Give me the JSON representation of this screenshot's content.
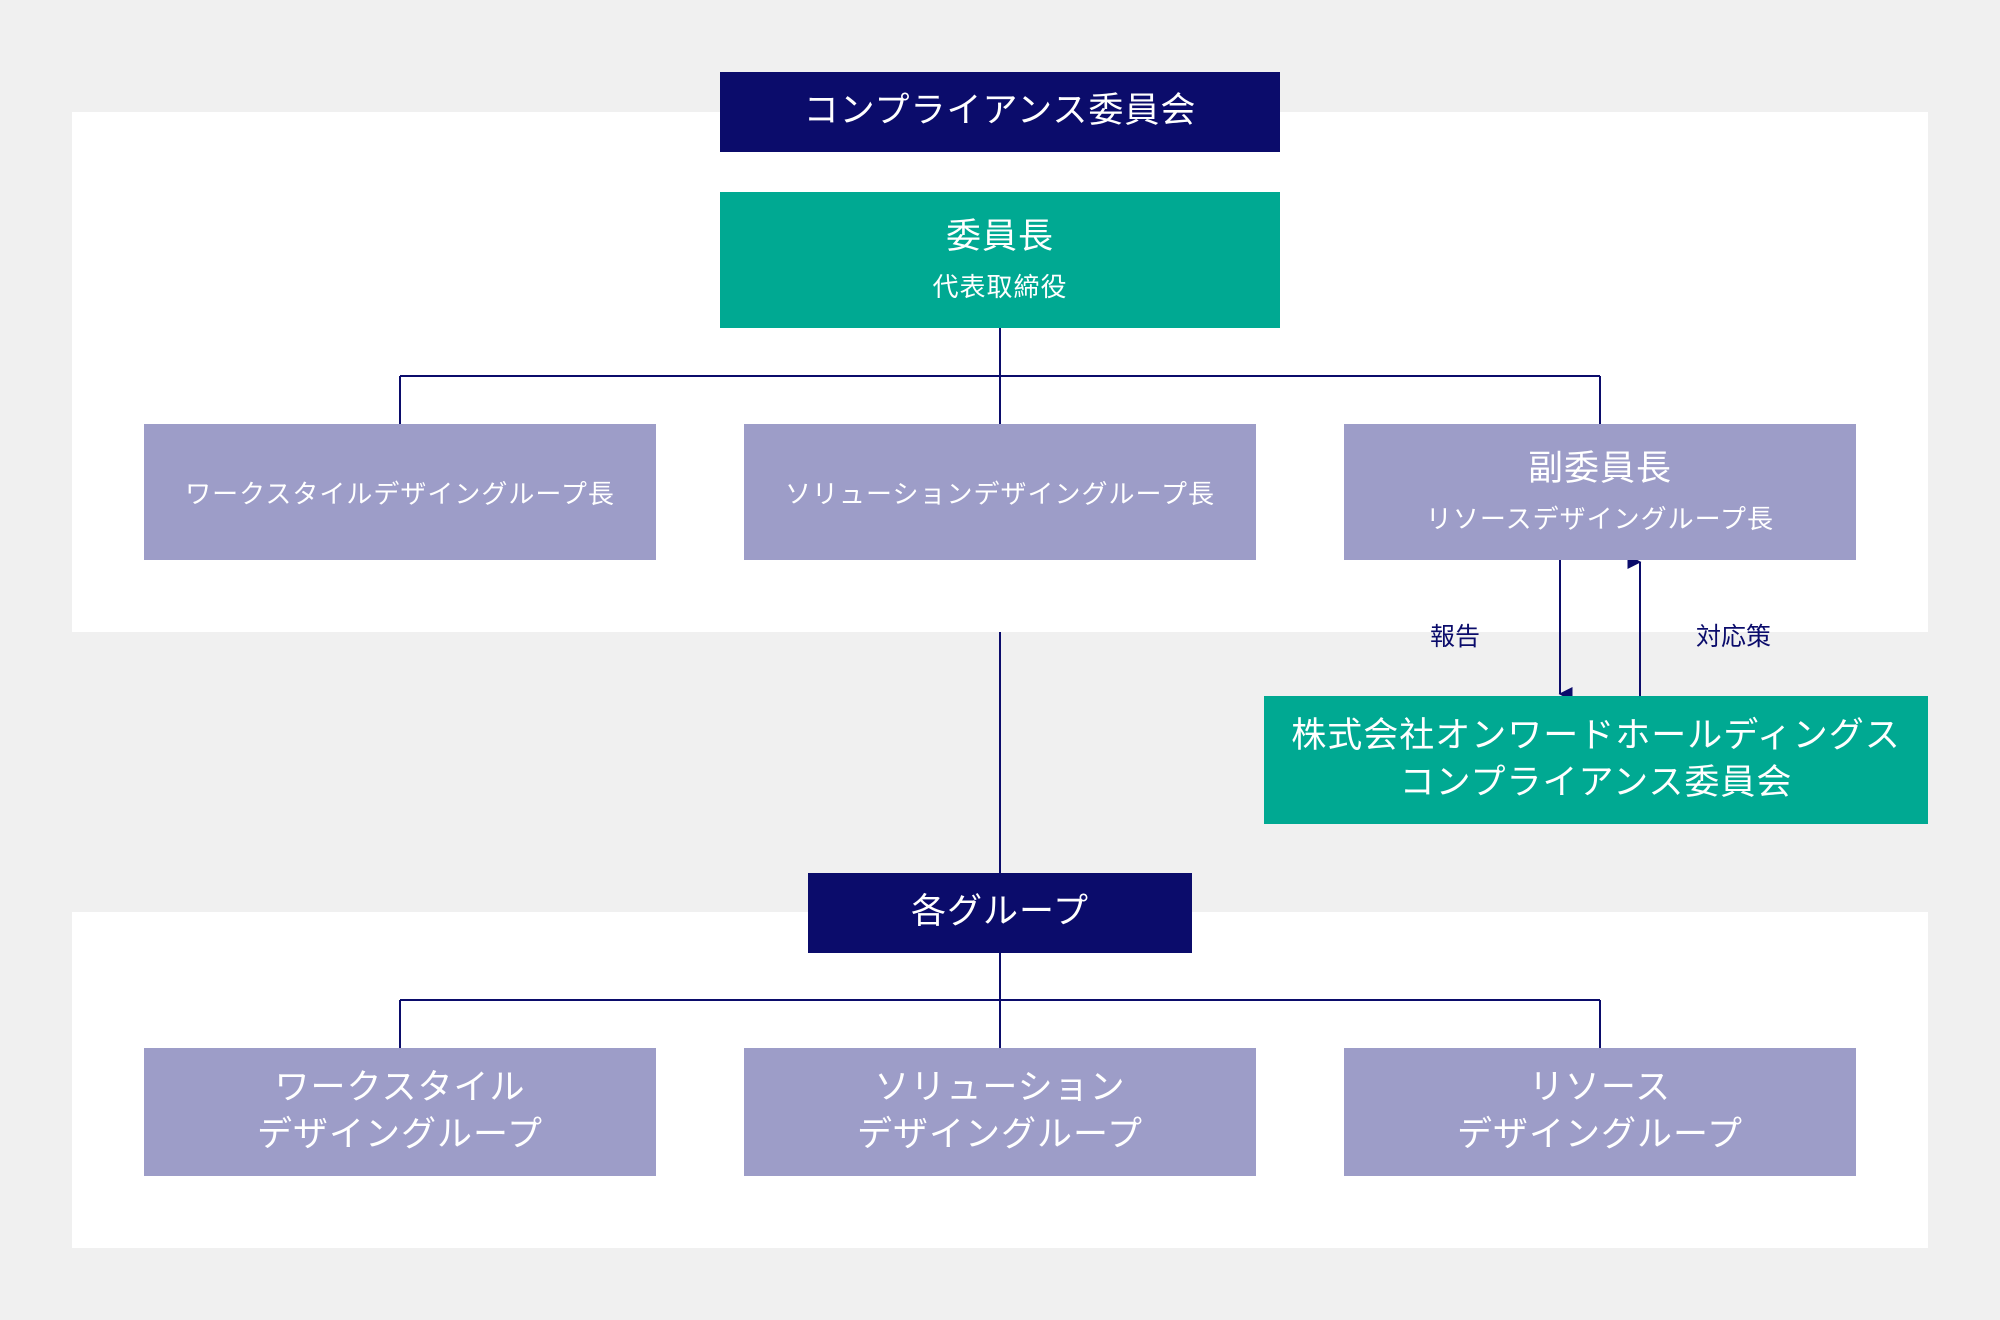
{
  "committee": {
    "title": "コンプライアンス委員会",
    "chair": {
      "title": "委員長",
      "subtitle": "代表取締役"
    },
    "members": [
      {
        "text": "ワークスタイルデザイングループ長"
      },
      {
        "text": "ソリューションデザイングループ長"
      },
      {
        "title": "副委員長",
        "subtitle": "リソースデザイングループ長"
      }
    ]
  },
  "flows": {
    "report_label": "報告",
    "response_label": "対応策"
  },
  "holdings": {
    "line1": "株式会社オンワードホールディングス",
    "line2": "コンプライアンス委員会"
  },
  "groups": {
    "title": "各グループ",
    "items": [
      {
        "line1": "ワークスタイル",
        "line2": "デザイングループ"
      },
      {
        "line1": "ソリューション",
        "line2": "デザイングループ"
      },
      {
        "line1": "リソース",
        "line2": "デザイングループ"
      }
    ]
  },
  "colors": {
    "navy": "#0b0c6b",
    "green": "#00a992",
    "lavender": "#9d9dc8",
    "panel": "#ffffff",
    "background": "#f0f0f0"
  }
}
